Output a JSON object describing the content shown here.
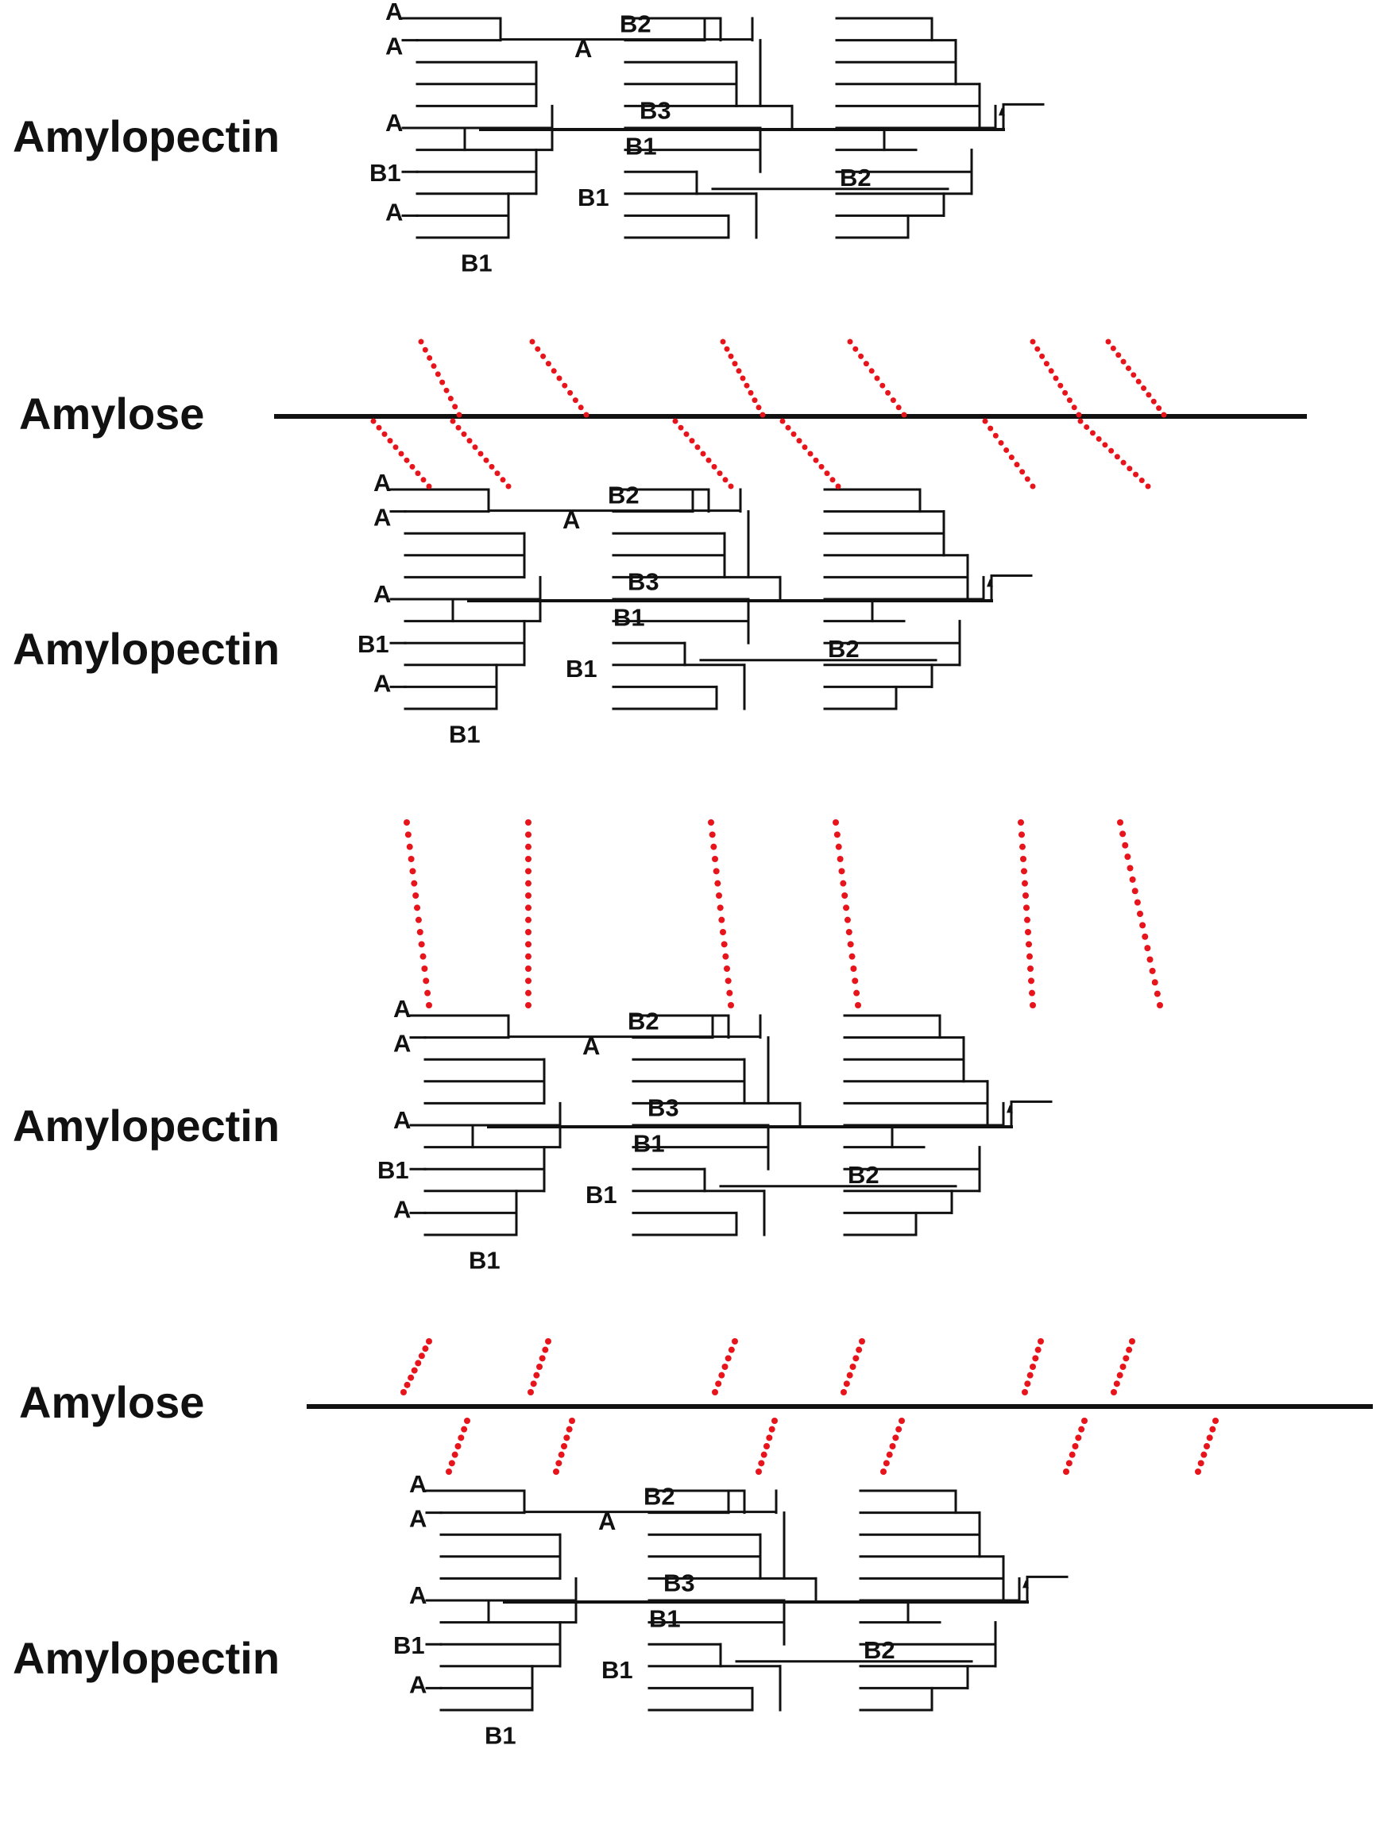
{
  "colors": {
    "chain": "#111111",
    "amylose": "#111111",
    "link": "#e8141c",
    "background": "#ffffff"
  },
  "rows": [
    {
      "label": "Amylopectin"
    },
    {
      "label": "Amylose"
    },
    {
      "label": "Amylopectin"
    },
    {
      "label": "Amylopectin"
    },
    {
      "label": "Amylose"
    },
    {
      "label": "Amylopectin"
    }
  ],
  "chain_labels": {
    "a1": "A",
    "a2": "A",
    "a3": "A",
    "a4": "A",
    "a5": "A",
    "b2_top": "B2",
    "b3": "B3",
    "b1_a": "B1",
    "b1_left": "B1",
    "b1_b": "B1",
    "b1_bottom": "B1",
    "b2_right": "B2"
  }
}
